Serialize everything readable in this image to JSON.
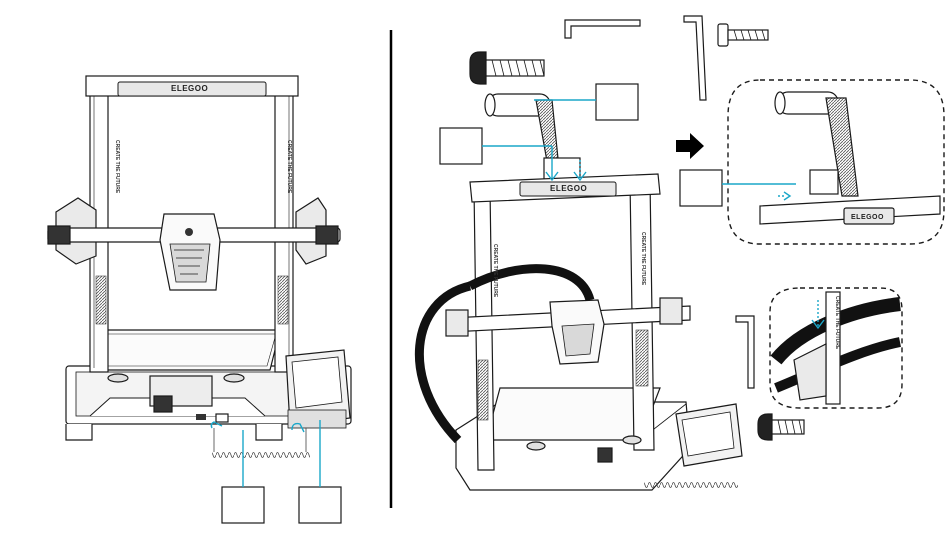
{
  "brand": {
    "logo_text": "ELEGOO",
    "side_text": "CREATE THE FUTURE"
  },
  "colors": {
    "callout": "#1aa7c9",
    "line": "#1a1a1a",
    "frame": "#3a3a3a",
    "divider": "#000000"
  },
  "callout_boxes": [
    {
      "id": "left-a",
      "label": ""
    },
    {
      "id": "left-b",
      "label": ""
    },
    {
      "id": "gantry-right",
      "label": ""
    },
    {
      "id": "gantry-left",
      "label": ""
    },
    {
      "id": "detail-top",
      "label": ""
    }
  ],
  "parts": [
    "screw-icon",
    "thumbscrew-icon",
    "allen-key-large-icon",
    "allen-key-tall-icon",
    "allen-key-small-icon",
    "spool-holder-icon",
    "arrow-right-icon"
  ]
}
